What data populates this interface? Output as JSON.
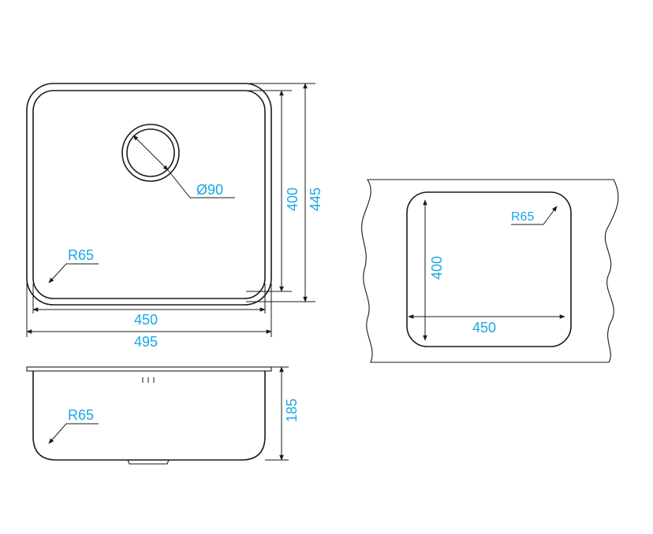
{
  "top_view": {
    "drain_label": "Ø90",
    "radius_label": "R65",
    "inner_width_label": "450",
    "outer_width_label": "495",
    "inner_depth_label": "400",
    "outer_depth_label": "445"
  },
  "side_view": {
    "radius_label": "R65",
    "height_label": "185"
  },
  "cutout_view": {
    "radius_label": "R65",
    "depth_label": "400",
    "width_label": "450"
  },
  "colors": {
    "dimension_text": "#1aa7e6",
    "line": "#1a1a1a"
  }
}
